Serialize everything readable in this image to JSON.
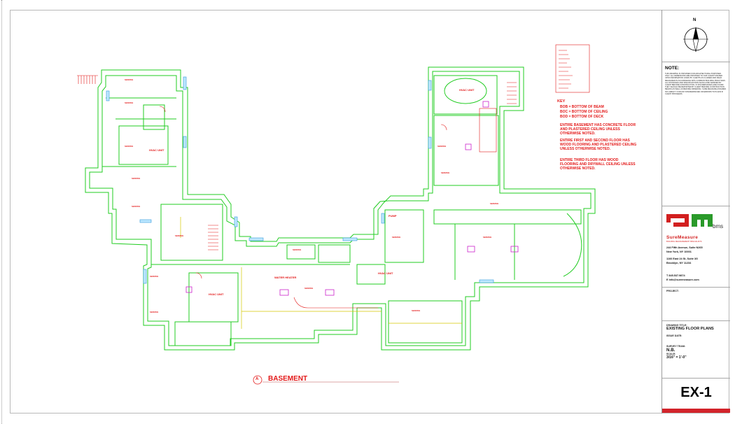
{
  "drawing": {
    "plan_title": "BASEMENT",
    "section_marker": "A",
    "key_title": "KEY",
    "key_items": [
      "BOB = BOTTOM OF BEAM",
      "BOC = BOTTOM OF CEILING",
      "BOD = BOTTOM OF DECK"
    ],
    "floor_notes": [
      "ENTIRE BASEMENT HAS CONCRETE FLOOR AND PLASTERED CEILING UNLESS OTHERWISE NOTED.",
      "ENTIRE FIRST AND SECOND FLOOR HAS WOOD FLOORING AND PLASTERED CEILING UNLESS OTHERWISE NOTED.",
      "ENTIRE THIRD FLOOR HAS WOOD FLOORING AND DRYWALL CEILING UNLESS OTHERWISE NOTED."
    ],
    "room_labels": {
      "hvac_unit_1": "HVAC UNIT",
      "hvac_unit_2": "HVAC UNIT",
      "hvac_unit_3": "HVAC UNIT",
      "hvac_unit_4": "HVAC UNIT",
      "pump": "PUMP",
      "water_heater": "WATER HEATER"
    },
    "colors": {
      "wall": "#22cc22",
      "annotation": "#e31919",
      "fixture": "#cc22cc",
      "yellow": "#d4c800"
    }
  },
  "title_block": {
    "north_label": "N",
    "note_title": "NOTE:",
    "note_text": "THIS DRAWING IS PROVIDED FOR ARCHITECTURAL PURPOSES ONLY. ALL DIMENSIONS ARE PROVIDED TO OUR CLIENT'S BASED UPON INFORMATION GIVEN BY CLIENTS AS CLAIMED AND FIELD MEASURED IN ACCORDANCE WITH COMMON BUILDING PRACTICES. ALL DISTANCES AND SPECIFICATIONS SHOULD BE VERIFIED BY CLIENT BEFORE CONSTRUCTION. IF DISCREPANCIES ARE FOUND THEY SHOULD BE REPORTED BY CLIENT BEFORE CONSTRUCTION BEGINS AS WELL AS BEFORE ORDERING. SURE MEASURE ASSUMES NO LIABILITY FOR ANY DISCREPANCIES OR ERRORS TO PLANS IF CLIENT PROCEEDS.",
    "brand_name": "SureMeasure",
    "brand_suffix": "bms",
    "brand_tagline": "BUILDING MEASUREMENT SPECIALISTS",
    "address_1": "244 Fifth Avenue, Suite N265",
    "address_2": "New York, NY 10001",
    "address_3": "1166 East 24 St, Suite 3G",
    "address_4": "Brooklyn, NY 11234",
    "phone": "T  845.537.9874",
    "email": "E  info@suremeasure.com",
    "project_label": "PROJECT:",
    "drawing_title_label": "DRAWING TITLE:",
    "drawing_title": "EXISTING FLOOR PLANS",
    "issue_date_label": "ISSUE DATE:",
    "survey_team_label": "SURVEY TEAM:",
    "survey_team": "N.B.",
    "scale_label": "SCALE:",
    "scale": "3/16\" = 1'-0\"",
    "sheet_number": "EX-1"
  }
}
